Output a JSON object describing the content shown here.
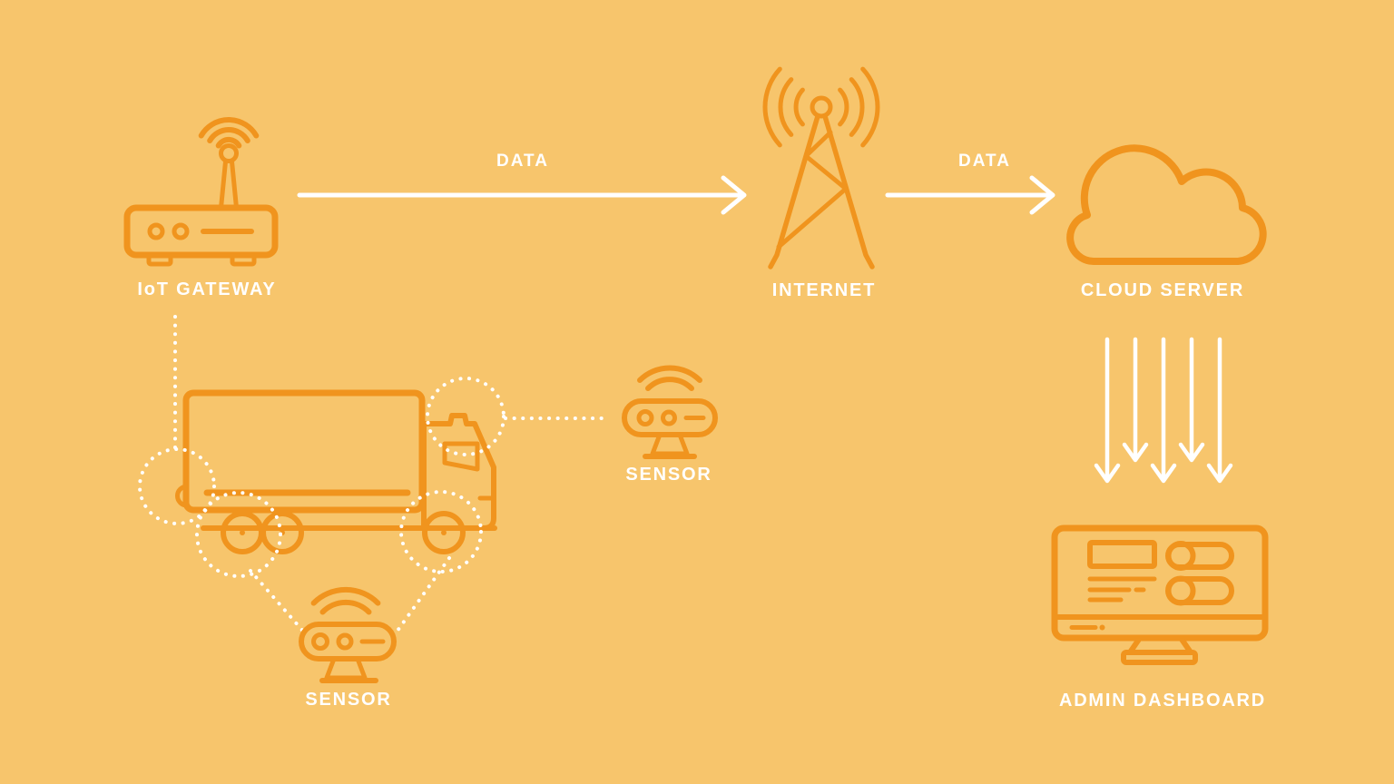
{
  "colors": {
    "background": "#F7C56C",
    "icon": "#F0941E",
    "line": "#FFFFFF",
    "label": "#FFFFFF"
  },
  "nodes": {
    "gateway": {
      "icon": "wifi-router-icon",
      "label": "IoT GATEWAY"
    },
    "internet": {
      "icon": "radio-tower-icon",
      "label": "INTERNET"
    },
    "cloud": {
      "icon": "cloud-icon",
      "label": "CLOUD SERVER"
    },
    "dashboard": {
      "icon": "monitor-icon",
      "label": "ADMIN DASHBOARD"
    },
    "truck": {
      "icon": "truck-icon",
      "label": ""
    },
    "sensor_cab": {
      "icon": "sensor-icon",
      "label": "SENSOR"
    },
    "sensor_wheel": {
      "icon": "sensor-icon",
      "label": "SENSOR"
    }
  },
  "arrows": {
    "gateway_to_internet": {
      "label": "DATA",
      "direction": "right"
    },
    "internet_to_cloud": {
      "label": "DATA",
      "direction": "right"
    },
    "cloud_to_dashboard": {
      "label": "",
      "direction": "down",
      "count": 5
    }
  }
}
